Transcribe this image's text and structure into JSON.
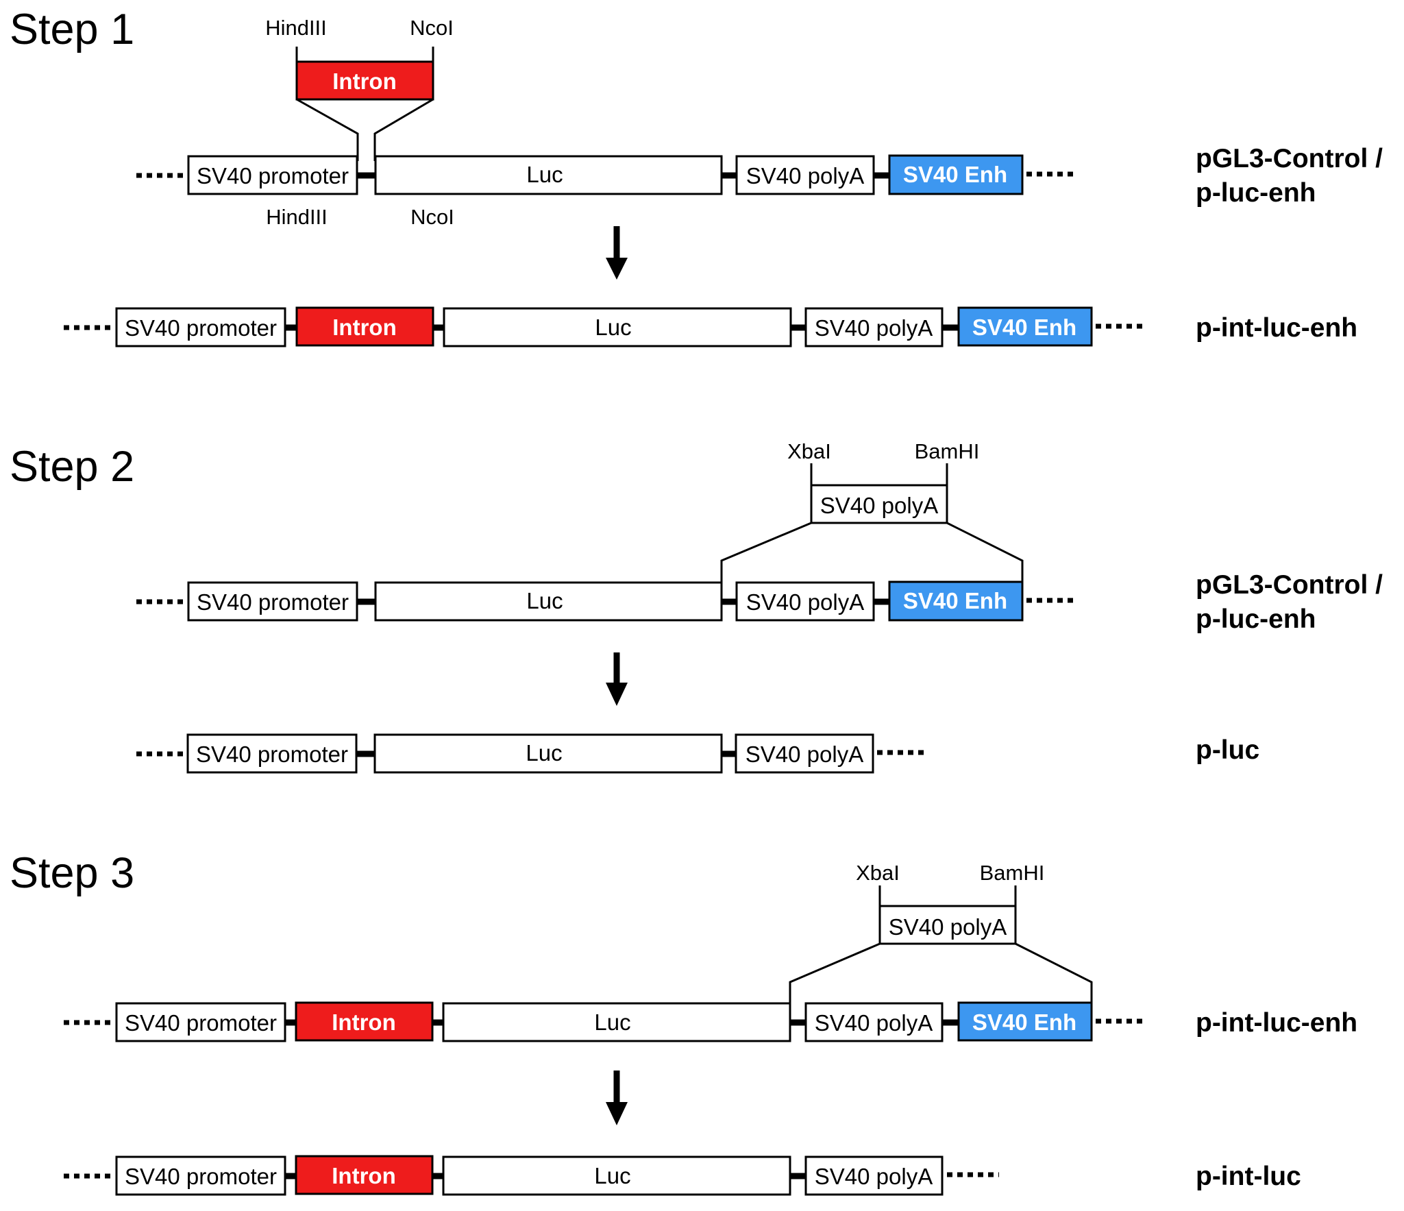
{
  "colors": {
    "intron": "#ee1c1c",
    "enhancer": "#3d97f0",
    "plain": "#ffffff",
    "outline": "#000000"
  },
  "labels": {
    "sv40_promoter": "SV40 promoter",
    "intron": "Intron",
    "luc": "Luc",
    "sv40_polya": "SV40 polyA",
    "sv40_enh": "SV40 Enh"
  },
  "sites": {
    "hindiii": "HindIII",
    "ncoi": "NcoI",
    "xbai": "XbaI",
    "bamhi": "BamHI"
  },
  "step1": {
    "title": "Step 1",
    "source_construct": [
      "pGL3-Control /",
      "p-luc-enh"
    ],
    "product_construct": "p-int-luc-enh"
  },
  "step2": {
    "title": "Step 2",
    "source_construct": [
      "pGL3-Control /",
      "p-luc-enh"
    ],
    "product_construct": "p-luc"
  },
  "step3": {
    "title": "Step 3",
    "source_construct": "p-int-luc-enh",
    "product_construct": "p-int-luc"
  }
}
